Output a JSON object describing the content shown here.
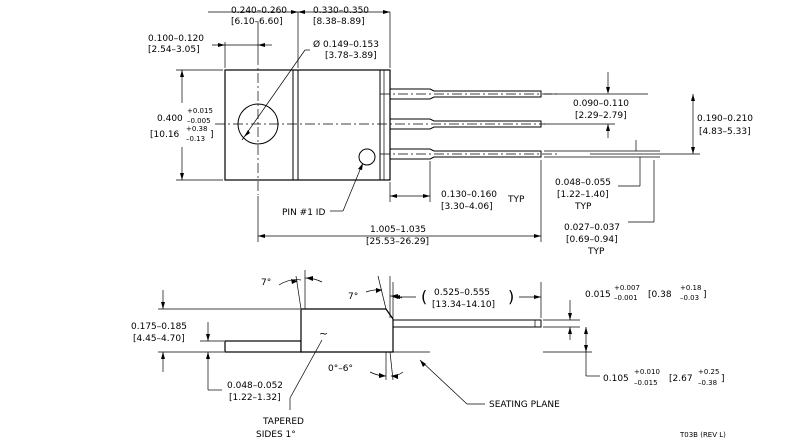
{
  "top_view": {
    "width_tab": {
      "inch": "0.240–0.260",
      "mm": "[6.10–6.60]"
    },
    "width_body": {
      "inch": "0.330–0.350",
      "mm": "[8.38–8.89]"
    },
    "hole_offset": {
      "inch": "0.100–0.120",
      "mm": "[2.54–3.05]"
    },
    "hole_dia": {
      "inch": "Ø 0.149–0.153",
      "mm": "[3.78–3.89]"
    },
    "height": {
      "inch": "0.400",
      "tol_plus": "+0.015",
      "tol_minus": "–0.005",
      "mm": "[10.16",
      "mm_plus": "+0.38",
      "mm_minus": "–0.13",
      "mm_close": "]"
    },
    "lead_pitch": {
      "inch": "0.090–0.110",
      "mm": "[2.29–2.79]"
    },
    "lead_span": {
      "inch": "0.190–0.210",
      "mm": "[4.83–5.33]"
    },
    "lead_shoulder": {
      "inch": "0.130–0.160",
      "mm": "[3.30–4.06]",
      "typ": "TYP"
    },
    "lead_width": {
      "inch": "0.048–0.055",
      "mm": "[1.22–1.40]",
      "typ": "TYP"
    },
    "lead_thick": {
      "inch": "0.027–0.037",
      "mm": "[0.69–0.94]",
      "typ": "TYP"
    },
    "overall_length": {
      "inch": "1.005–1.035",
      "mm": "[25.53–26.29]"
    },
    "pin1_label": "PIN #1 ID"
  },
  "side_view": {
    "angle_left": "7°",
    "angle_right": "7°",
    "lead_length": {
      "paren_open": "(",
      "inch": "0.525–0.555",
      "mm": "[13.34–14.10]",
      "paren_close": ")"
    },
    "lead_thickness": {
      "inch": "0.015",
      "tol_plus": "+0.007",
      "tol_minus": "–0.001",
      "mm": "[0.38",
      "mm_plus": "+0.18",
      "mm_minus": "–0.03",
      "mm_close": "]"
    },
    "body_height": {
      "inch": "0.175–0.185",
      "mm": "[4.45–4.70]"
    },
    "tab_thickness": {
      "inch": "0.048–0.052",
      "mm": "[1.22–1.32]"
    },
    "angle_bottom": "0°–6°",
    "standoff": {
      "inch": "0.105",
      "tol_plus": "+0.010",
      "tol_minus": "–0.015",
      "mm": "[2.67",
      "mm_plus": "+0.25",
      "mm_minus": "–0.38",
      "mm_close": "]"
    },
    "tapered_line1": "TAPERED",
    "tapered_line2": "SIDES 1°",
    "seating_plane": "SEATING PLANE",
    "tilde": "~"
  },
  "drawing_code": "T03B (REV L)"
}
